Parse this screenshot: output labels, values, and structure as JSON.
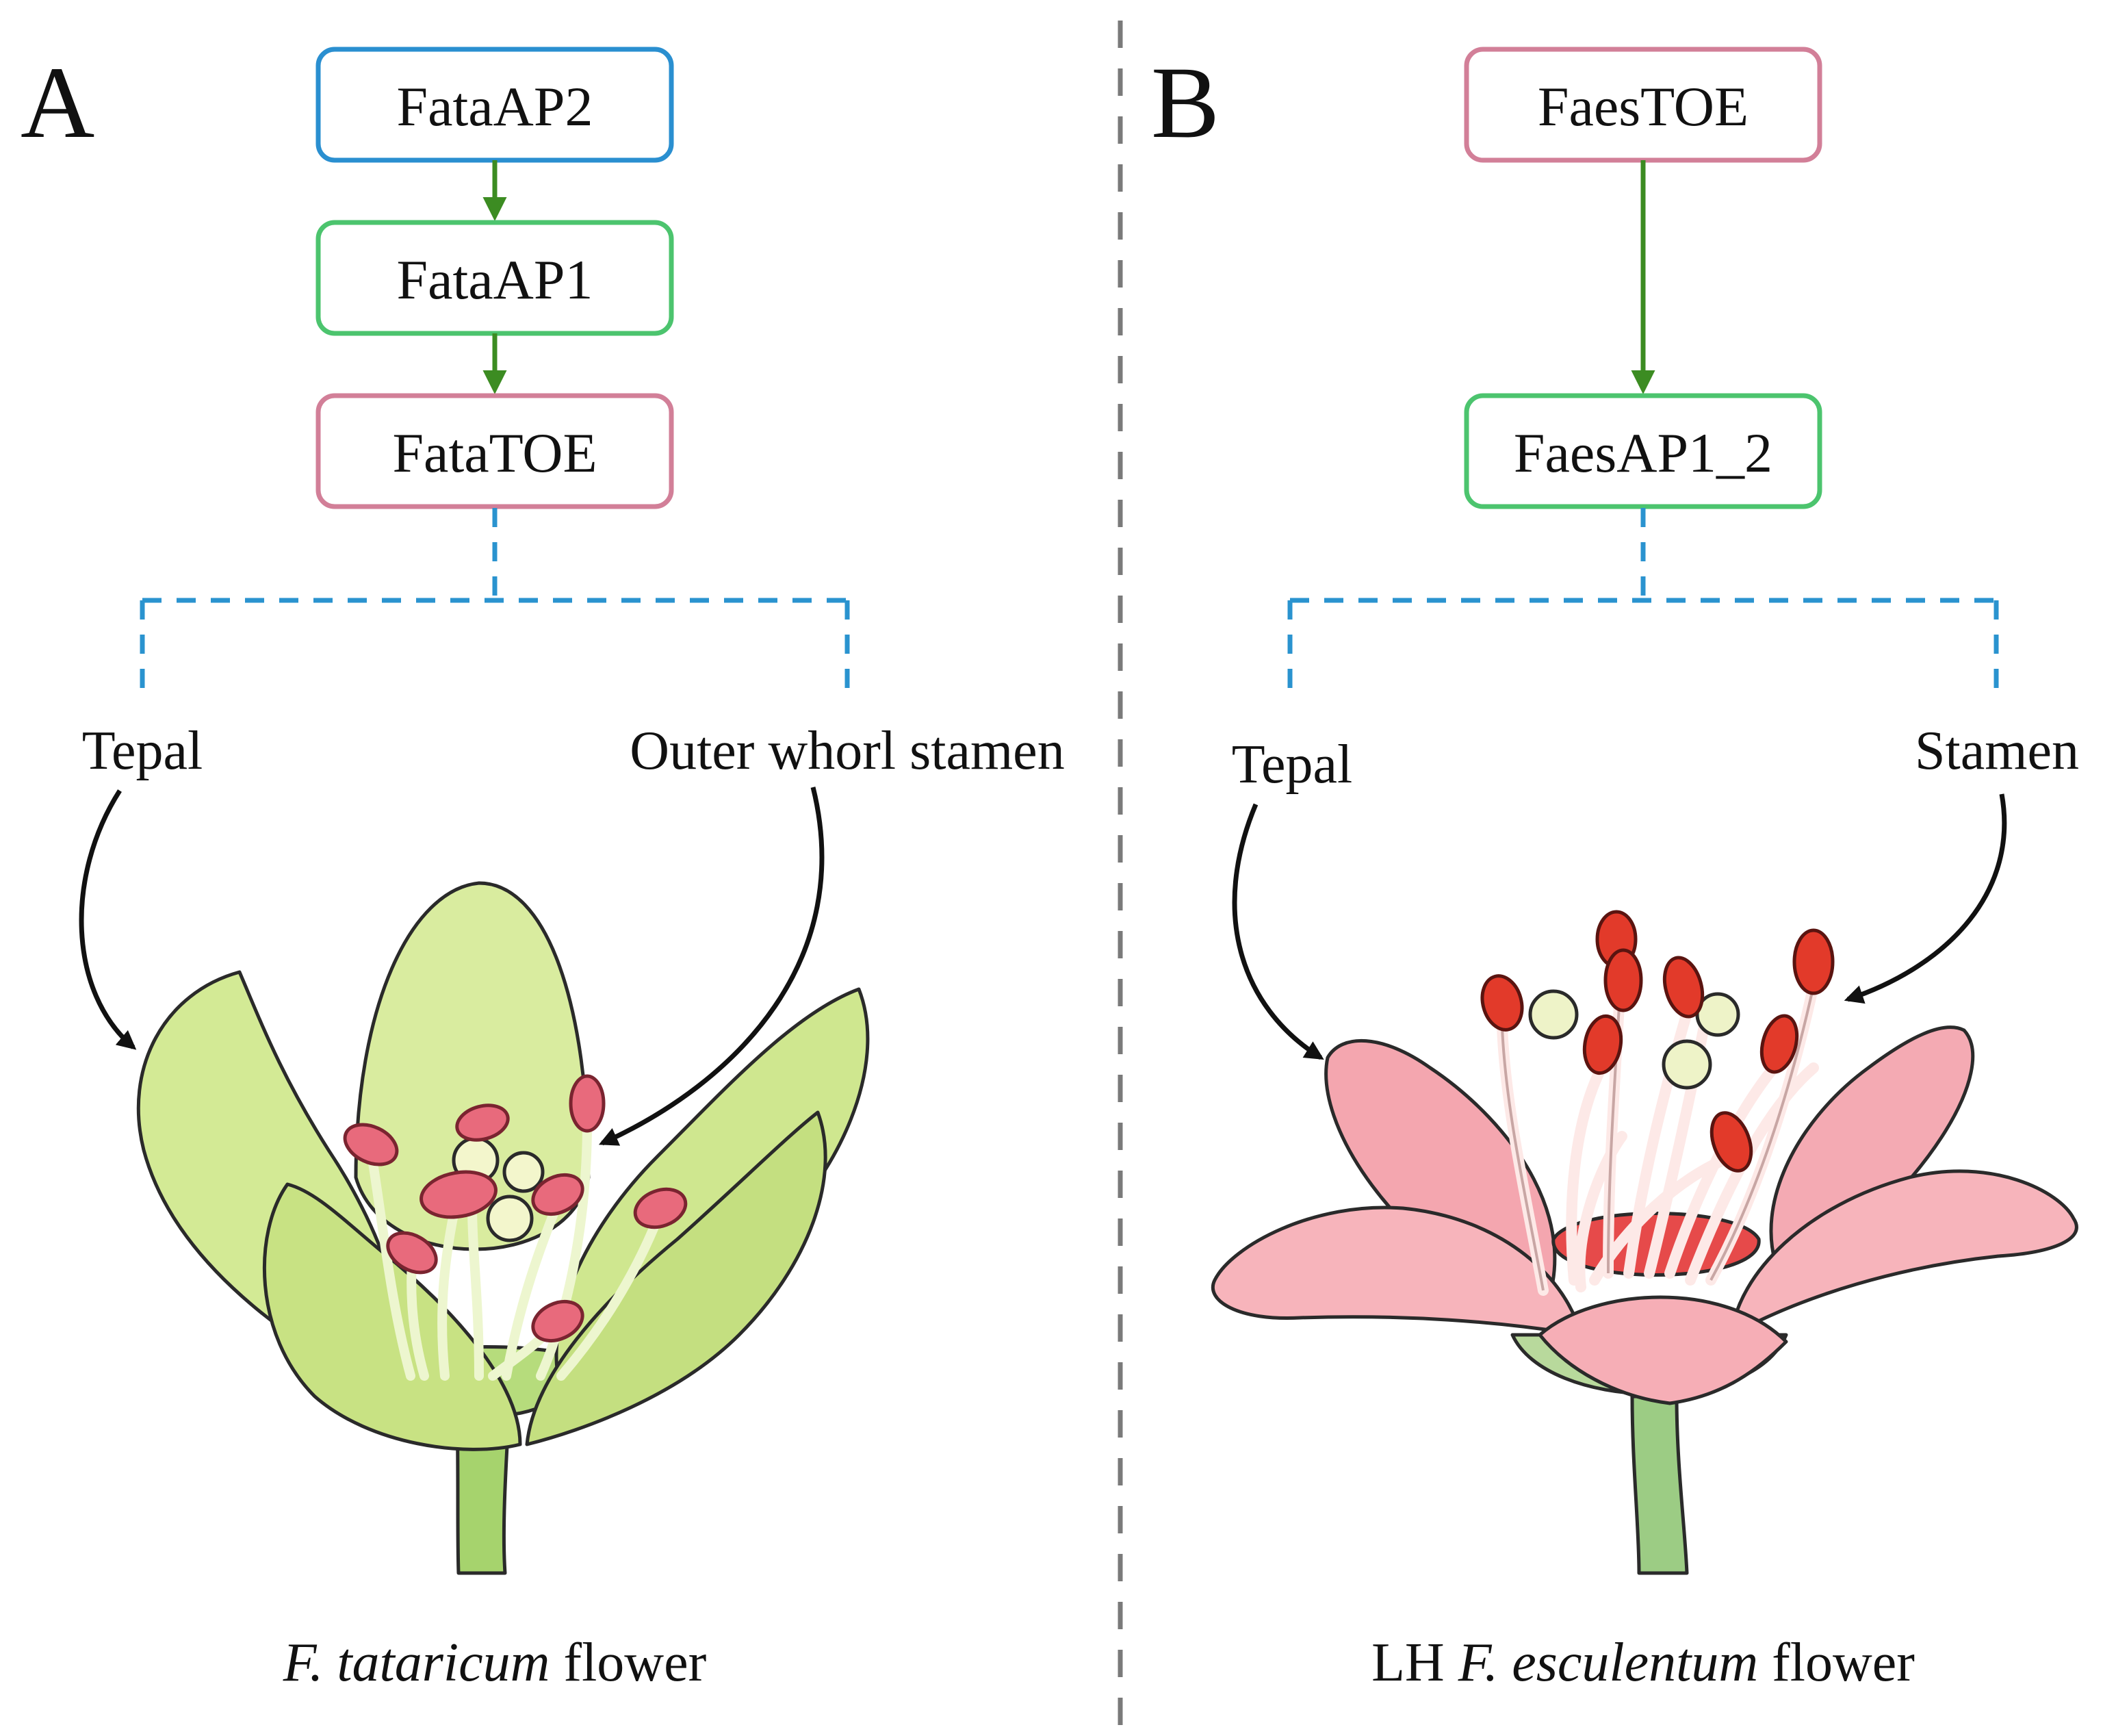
{
  "panels": [
    {
      "letter": "A",
      "nodes": [
        {
          "label": "FataAP2",
          "border_color": "#2a8fd0"
        },
        {
          "label": "FataAP1",
          "border_color": "#4cc46e"
        },
        {
          "label": "FataTOE",
          "border_color": "#d27f98"
        }
      ],
      "edge_color": "#3c8c22",
      "organ_labels": [
        "Tepal",
        "Outer whorl stamen"
      ],
      "caption": {
        "italic": "F. tataricum",
        "rest": " flower"
      },
      "flower_colors": {
        "tepal": "#d6ec9c",
        "anther": "#e86a7c"
      }
    },
    {
      "letter": "B",
      "nodes": [
        {
          "label": "FaesTOE",
          "border_color": "#d27f98"
        },
        {
          "label": "FaesAP1_2",
          "border_color": "#4cc46e"
        }
      ],
      "edge_color": "#3c8c22",
      "organ_labels": [
        "Tepal",
        "Stamen"
      ],
      "caption": {
        "prefix": "LH ",
        "italic": "F. esculentum",
        "rest": " flower"
      },
      "flower_colors": {
        "tepal": "#f7b4bb",
        "anther": "#e23a2a"
      }
    }
  ],
  "dashed_connector_color": "#2a93cf",
  "divider_color": "#7a7a7a"
}
